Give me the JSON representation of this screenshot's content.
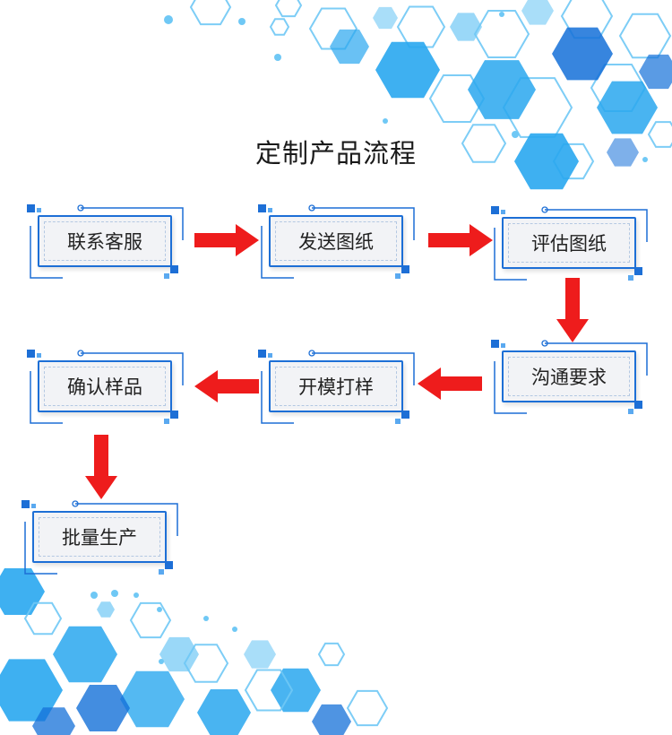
{
  "title": "定制产品流程",
  "steps": [
    "联系客服",
    "发送图纸",
    "评估图纸",
    "沟通要求",
    "开模打样",
    "确认样品",
    "批量生产"
  ],
  "colors": {
    "arrow": "#ee1c1c",
    "frame": "#1d6fd6",
    "hex_light": "#6fc8f5",
    "hex_mid": "#29a7ef",
    "hex_dark": "#1470d8"
  }
}
